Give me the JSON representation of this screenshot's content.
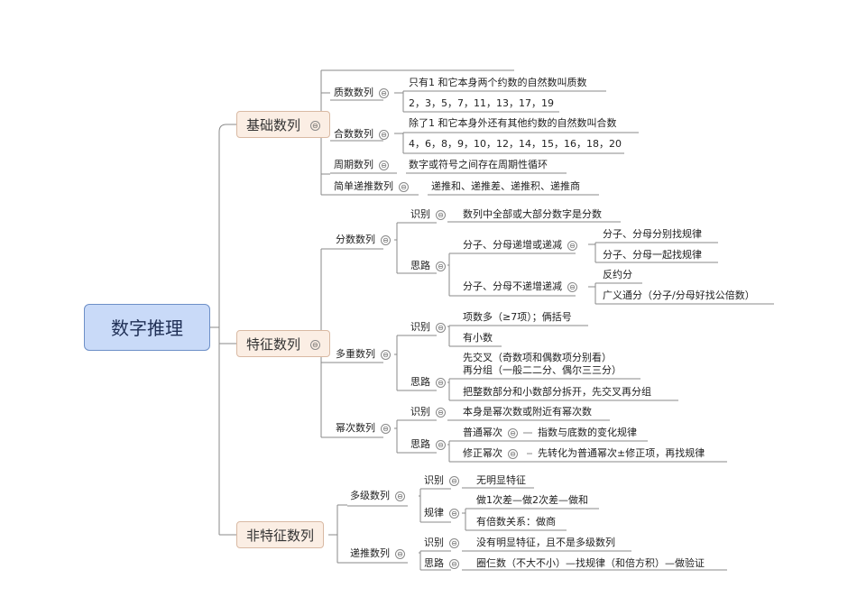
{
  "root": "数字推理",
  "toggle": "⊖",
  "branches": {
    "basic": {
      "label": "基础数列",
      "prime": {
        "label": "质数数列",
        "def": "只有1 和它本身两个约数的自然数叫质数",
        "ex": "2，3，5，7，11，13，17，19"
      },
      "composite": {
        "label": "合数数列",
        "def": "除了1 和它本身外还有其他约数的自然数叫合数",
        "ex": "4，6，8，9，10，12，14，15，16，18，20"
      },
      "periodic": {
        "label": "周期数列",
        "def": "数字或符号之间存在周期性循环"
      },
      "recursive": {
        "label": "简单递推数列",
        "def": "递推和、递推差、递推积、递推商"
      }
    },
    "feature": {
      "label": "特征数列",
      "fraction": {
        "label": "分数数列",
        "identify": "识别",
        "identify_text": "数列中全部或大部分数字是分数",
        "method": "思路",
        "inc": "分子、分母递增或递减",
        "inc_a": "分子、分母分别找规律",
        "inc_b": "分子、分母一起找规律",
        "noninc": "分子、分母不递增递减",
        "noninc_a": "反约分",
        "noninc_b": "广义通分（分子/分母好找公倍数）"
      },
      "multi": {
        "label": "多重数列",
        "identify": "识别",
        "identify_a": "项数多（≥7项）；俩括号",
        "identify_b": "有小数",
        "method": "思路",
        "method_a1": "先交叉（奇数项和偶数项分别看）",
        "method_a2": "再分组（一般二二分、偶尔三三分）",
        "method_b": "把整数部分和小数部分拆开，先交叉再分组"
      },
      "power": {
        "label": "幂次数列",
        "identify": "识别",
        "identify_text": "本身是幂次数或附近有幂次数",
        "method": "思路",
        "normal": "普通幂次",
        "normal_text": "指数与底数的变化规律",
        "fixed": "修正幂次",
        "fixed_text": "先转化为普通幂次±修正项，再找规律"
      }
    },
    "nonfeature": {
      "label": "非特征数列",
      "multilevel": {
        "label": "多级数列",
        "identify": "识别",
        "identify_text": "无明显特征",
        "rule": "规律",
        "rule_a": "做1次差—做2次差—做和",
        "rule_b": "有倍数关系：做商"
      },
      "recursive": {
        "label": "递推数列",
        "identify": "识别",
        "identify_text": "没有明显特征，且不是多级数列",
        "method": "思路",
        "method_text": "圈仨数（不大不小）—找规律（和倍方积）—做验证"
      }
    }
  }
}
